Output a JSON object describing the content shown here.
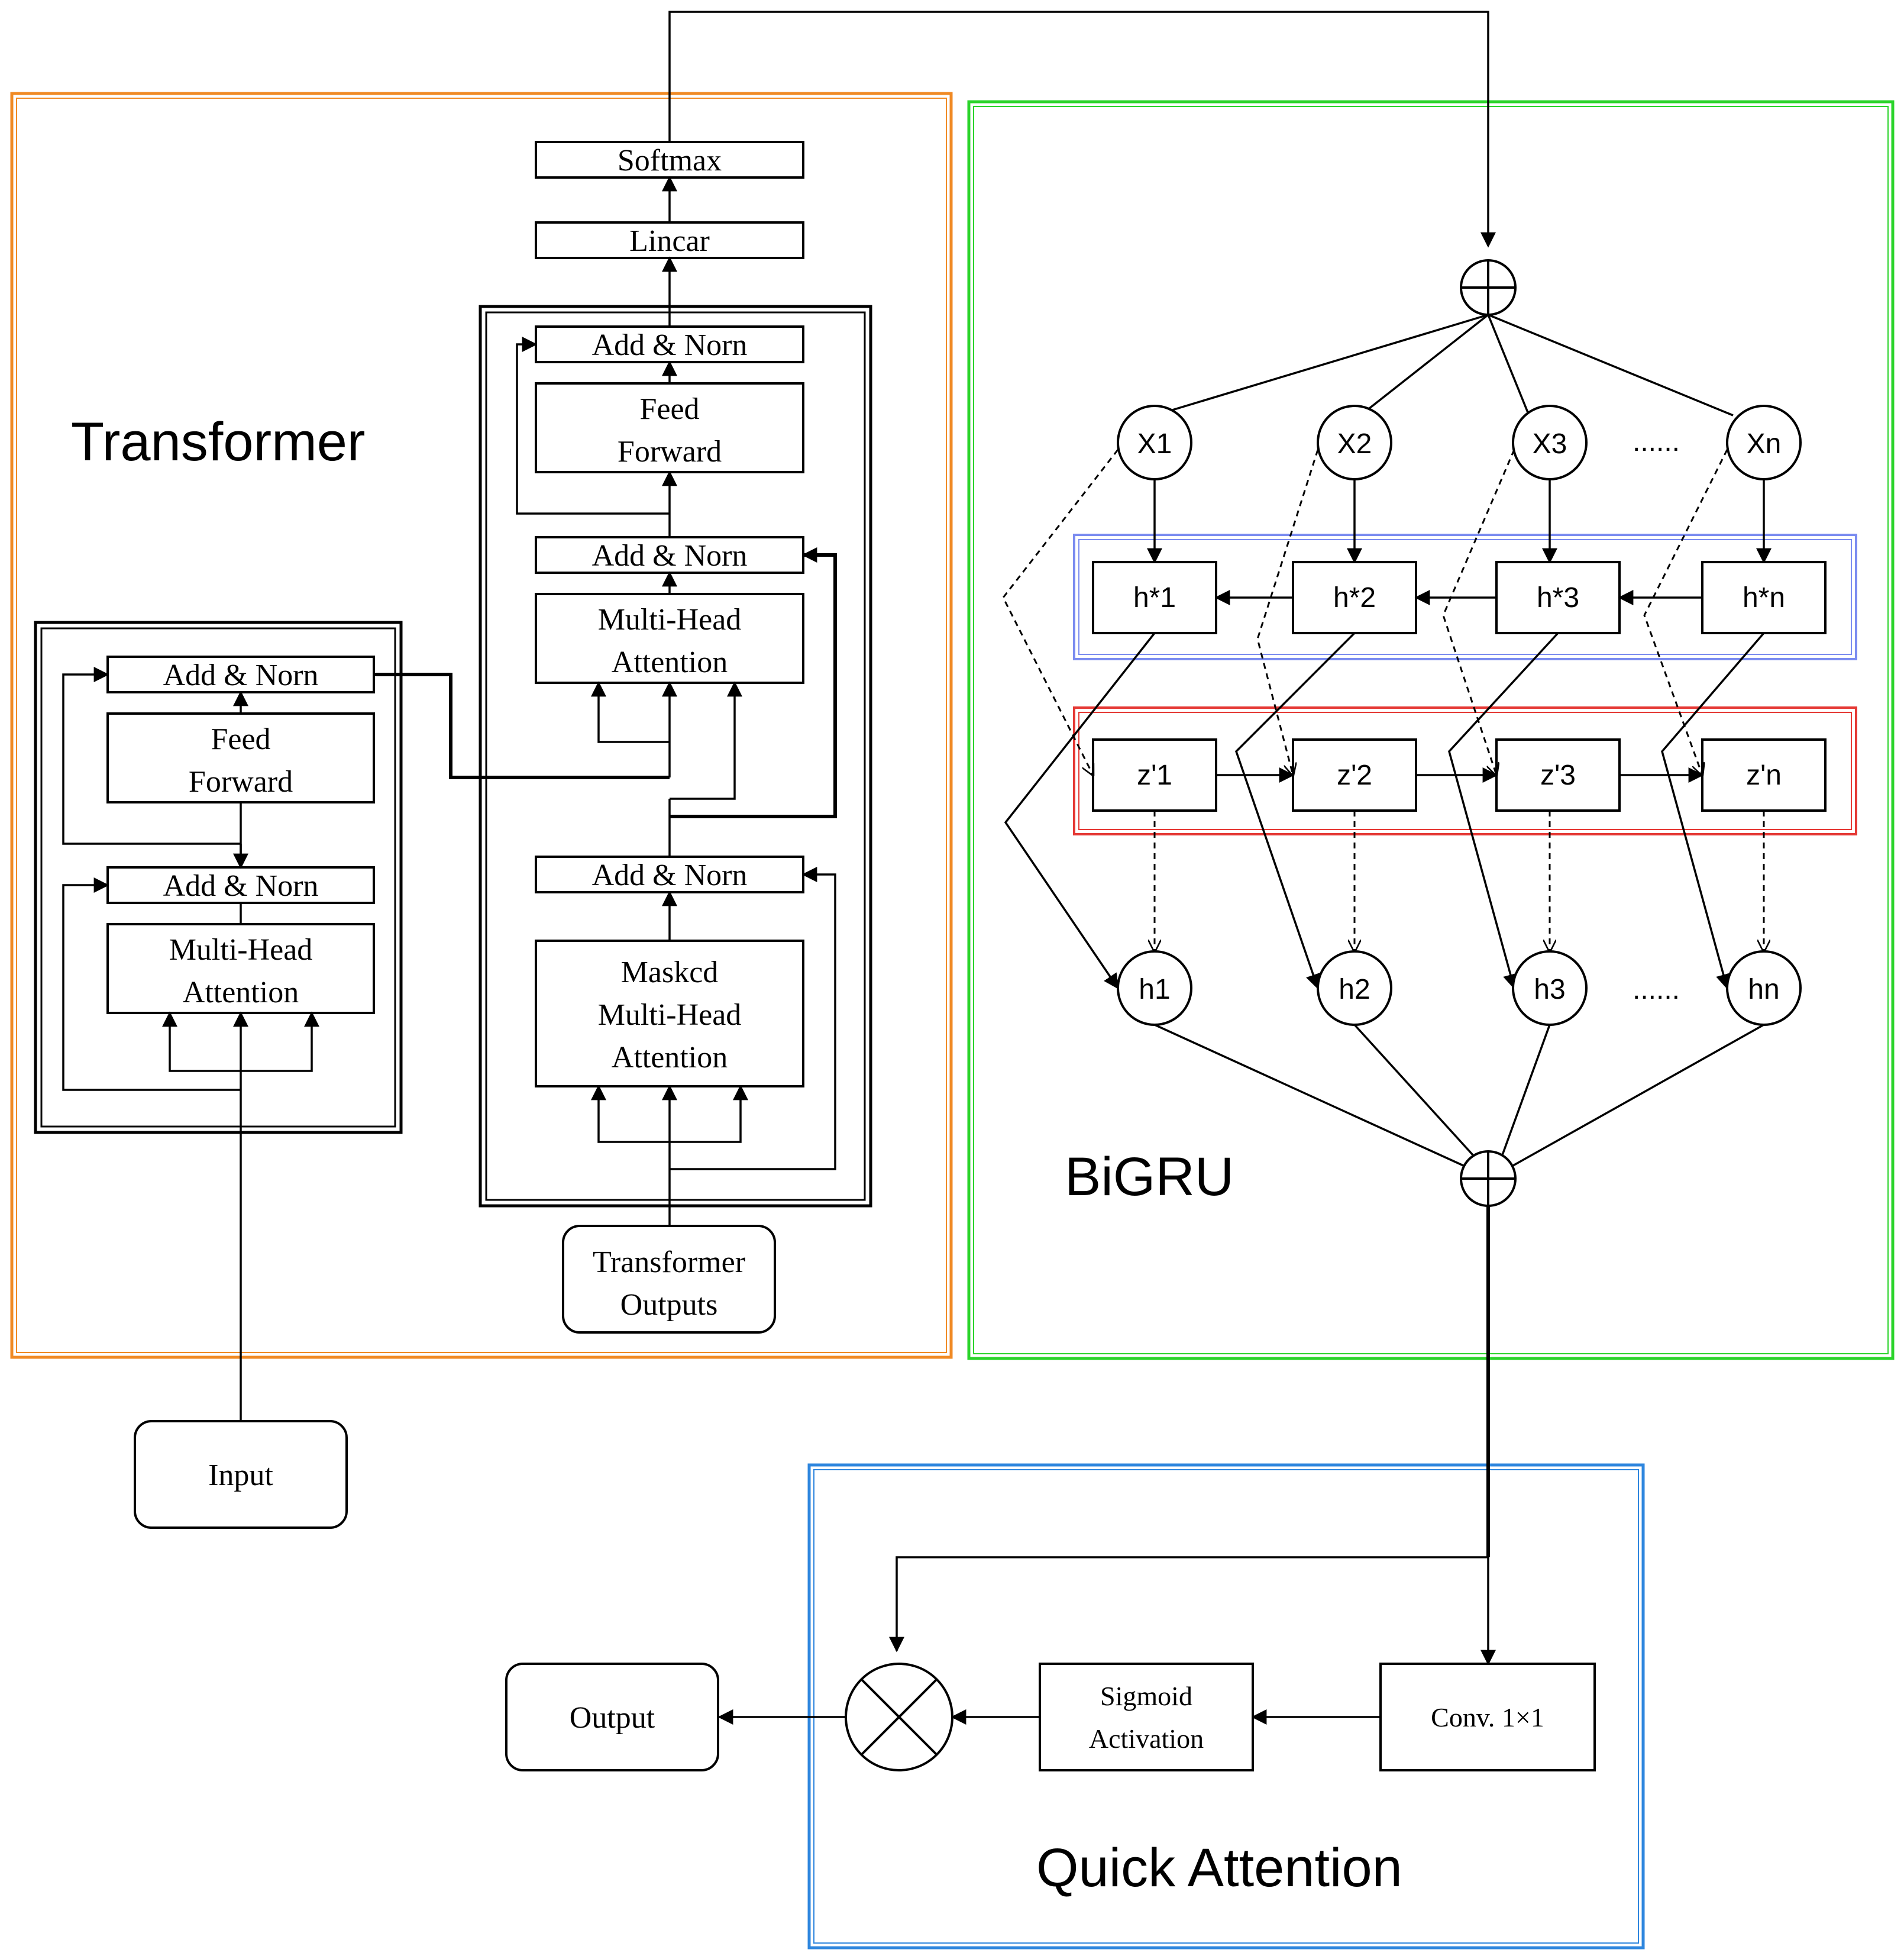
{
  "sections": {
    "transformer": {
      "title": "Transformer",
      "color": "#F08A24"
    },
    "bigru": {
      "title": "BiGRU",
      "color": "#2BD42B"
    },
    "quick_attention": {
      "title": "Quick Attention",
      "color": "#2E86DE"
    }
  },
  "encoder": {
    "add_norm_1": "Add & Norn",
    "feed_forward": [
      "Feed",
      "Forward"
    ],
    "add_norm_2": "Add & Norn",
    "attention": [
      "Multi-Head",
      "Attention"
    ]
  },
  "decoder": {
    "softmax": "Softmax",
    "linear": "Lincar",
    "add_norm_top": "Add & Norn",
    "feed_forward": [
      "Feed",
      "Forward"
    ],
    "add_norm_mid": "Add & Norn",
    "attention": [
      "Multi-Head",
      "Attention"
    ],
    "add_norm_low": "Add & Norn",
    "masked_attention": [
      "Maskcd",
      "Multi-Head",
      "Attention"
    ],
    "outputs": [
      "Transformer",
      "Outputs"
    ]
  },
  "input": "Input",
  "bigru": {
    "x_nodes": [
      "X1",
      "X2",
      "X3",
      "Xn"
    ],
    "h_star": [
      "h*1",
      "h*2",
      "h*3",
      "h*n"
    ],
    "z_prime": [
      "z'1",
      "z'2",
      "z'3",
      "z'n"
    ],
    "h_out": [
      "h1",
      "h2",
      "h3",
      "hn"
    ],
    "ellipsis": "......",
    "h_star_frame_color": "#7B8CF0",
    "z_frame_color": "#E53935"
  },
  "quick_attention": {
    "conv": "Conv. 1×1",
    "sigmoid": [
      "Sigmoid",
      "Activation"
    ]
  },
  "output": "Output"
}
